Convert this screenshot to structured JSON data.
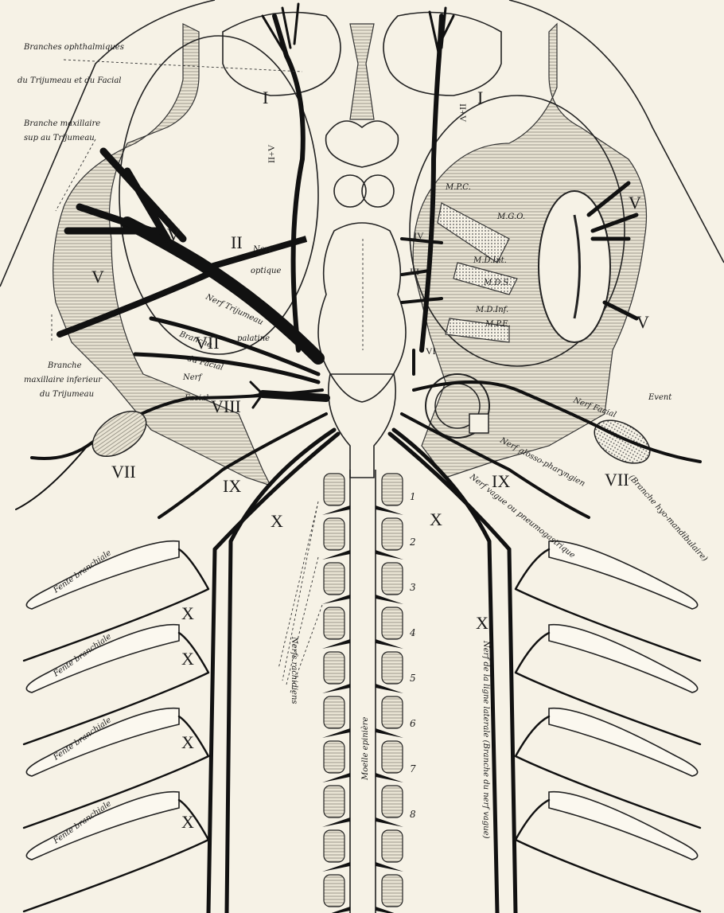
{
  "labels": {
    "branches_ophthalmiques_1": "Branches ophthalmiques",
    "branches_ophthalmiques_2": "du Trijumeau et du Facial",
    "branche_maxillaire_sup_1": "Branche maxillaire",
    "branche_maxillaire_sup_2": "sup au Trijumeau",
    "branche_maxillaire_inf_1": "Branche",
    "branche_maxillaire_inf_2": "maxillaire inferieur",
    "branche_maxillaire_inf_3": "du Trijumeau",
    "nerf_optique_1": "Nerf",
    "nerf_optique_2": "optique",
    "nerf_trijumeau": "Nerf Trijumeau",
    "branche_palatine_1": "Branche",
    "branche_palatine_2": "palatine",
    "branche_palatine_3": "du Facial",
    "nerf_facial_left_1": "Nerf",
    "nerf_facial_left_2": "Facial",
    "nerf_facial_right": "Nerf Facial",
    "event": "Event",
    "nerf_glosso": "Nerf glosso-pharyngien",
    "nerf_vague": "Nerf vague ou pneumogastrique",
    "branche_hyo": "(Branche hyo-mandibulaire)",
    "nerfs_rachidiens": "Nerfs rachidiens",
    "moelle_epiniere": "Moelle epinière",
    "nerf_ligne_laterale": "Nerf de la ligne laterale (Branche du nerf vague)",
    "fente_branchiale": "Fente branchiale",
    "muscles": [
      "M.P.C.",
      "M.G.O.",
      "M.D.Int.",
      "M.D.S.",
      "M.D.Inf.",
      "M.P.E."
    ]
  },
  "numerals": {
    "I": "I",
    "II": "II",
    "III": "III",
    "IV": "IV",
    "V": "V",
    "VI": "VI",
    "VII": "VII",
    "VIII": "VIII",
    "IX": "IX",
    "X": "X",
    "II_IV_left": "II+V",
    "II_IV_right": "II+V"
  },
  "spinal_numbers": [
    "1",
    "2",
    "3",
    "4",
    "5",
    "6",
    "7",
    "8"
  ],
  "colors": {
    "paper": "#f6f2e6",
    "ink": "#111111",
    "hatch": "#6b6b6b"
  }
}
